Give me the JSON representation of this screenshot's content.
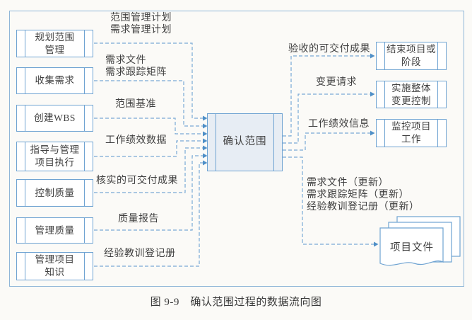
{
  "diagram": {
    "left_nodes": [
      {
        "label": "规划范围\n管理"
      },
      {
        "label": "收集需求"
      },
      {
        "label": "创建WBS"
      },
      {
        "label": "指导与管理\n项目执行"
      },
      {
        "label": "控制质量"
      },
      {
        "label": "管理质量"
      },
      {
        "label": "管理项目\n知识"
      }
    ],
    "left_flows": [
      {
        "label": "范围管理计划\n需求管理计划"
      },
      {
        "label": "需求文件\n需求跟踪矩阵"
      },
      {
        "label": "范围基准"
      },
      {
        "label": "工作绩效数据"
      },
      {
        "label": "核实的可交付成果"
      },
      {
        "label": "质量报告"
      },
      {
        "label": "经验教训登记册"
      }
    ],
    "center_node": {
      "label": "确认范围"
    },
    "right_nodes": [
      {
        "label": "结束项目或\n阶段"
      },
      {
        "label": "实施整体\n变更控制"
      },
      {
        "label": "监控项目\n工作"
      }
    ],
    "right_flows": [
      {
        "label": "验收的可交付成果"
      },
      {
        "label": "变更请求"
      },
      {
        "label": "工作绩效信息"
      }
    ],
    "update_flow": {
      "label": "需求文件（更新）\n需求跟踪矩阵（更新）\n经验教训登记册（更新）"
    },
    "document_node": {
      "label": "项目文件"
    }
  },
  "caption": "图 9-9　确认范围过程的数据流向图",
  "colors": {
    "line_blue": "#79a9d6",
    "arrow_blue": "#4e8fc7",
    "box_border": "#6fa3d2",
    "center_fill": "#e7edf4",
    "text": "#404040",
    "background": "#fbfaf7"
  }
}
